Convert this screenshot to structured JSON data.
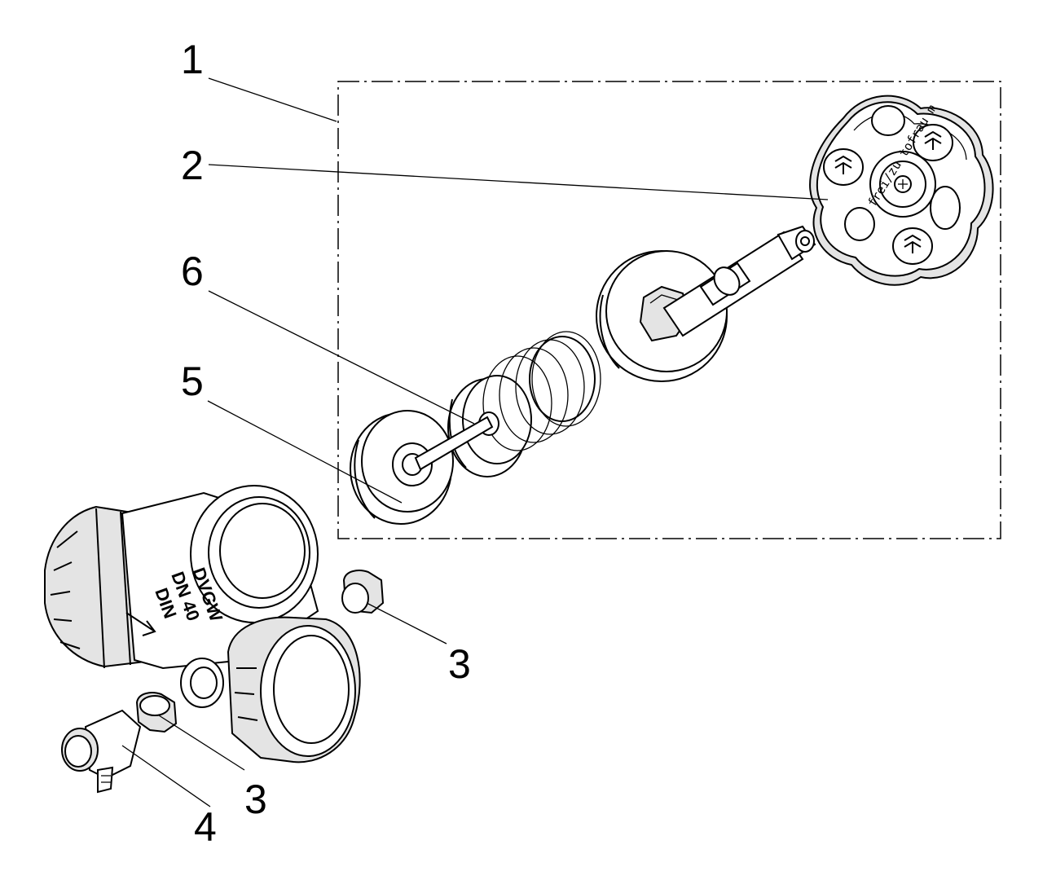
{
  "diagram": {
    "callouts": [
      {
        "id": "1",
        "label": "1"
      },
      {
        "id": "2",
        "label": "2"
      },
      {
        "id": "6",
        "label": "6"
      },
      {
        "id": "5",
        "label": "5"
      },
      {
        "id": "3a",
        "label": "3"
      },
      {
        "id": "3b",
        "label": "3"
      },
      {
        "id": "4",
        "label": "4"
      }
    ],
    "valve_body_markings": [
      "DVGW",
      "DN 40",
      "DIN"
    ],
    "handwheel_ring_text": "frei/zu tofrau m"
  }
}
